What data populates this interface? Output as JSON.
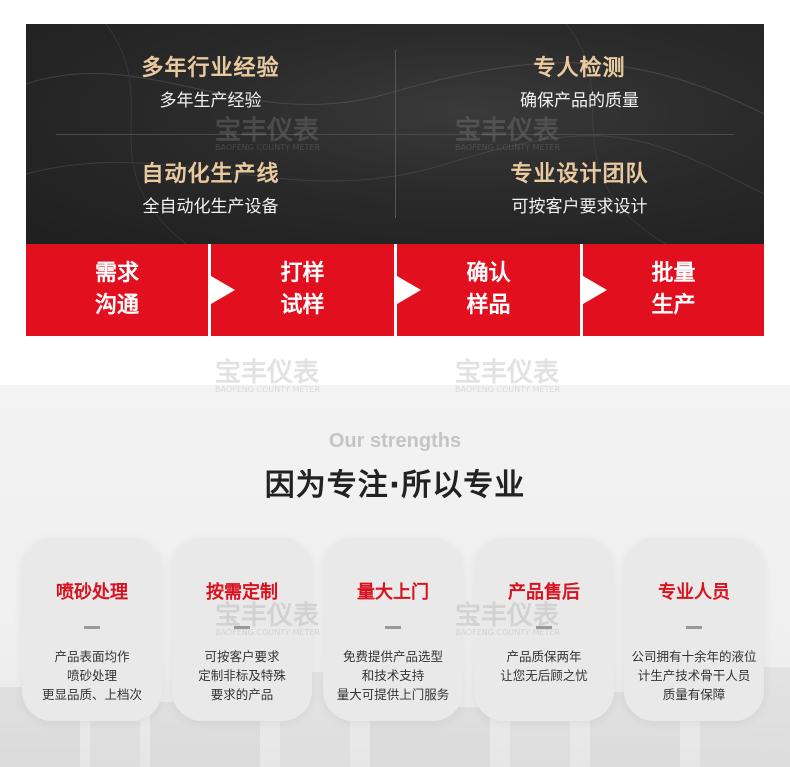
{
  "features": [
    {
      "title": "多年行业经验",
      "subtitle": "多年生产经验"
    },
    {
      "title": "专人检测",
      "subtitle": "确保产品的质量"
    },
    {
      "title": "自动化生产线",
      "subtitle": "全自动化生产设备"
    },
    {
      "title": "专业设计团队",
      "subtitle": "可按客户要求设计"
    }
  ],
  "process_steps": [
    {
      "line1": "需求",
      "line2": "沟通"
    },
    {
      "line1": "打样",
      "line2": "试样"
    },
    {
      "line1": "确认",
      "line2": "样品"
    },
    {
      "line1": "批量",
      "line2": "生产"
    }
  ],
  "strengths": {
    "subtitle_en": "Our strengths",
    "heading": "因为专注·所以专业",
    "cards": [
      {
        "title": "喷砂处理",
        "lines": [
          "产品表面均作",
          "喷砂处理",
          "更显品质、上档次"
        ]
      },
      {
        "title": "按需定制",
        "lines": [
          "可按客户要求",
          "定制非标及特殊",
          "要求的产品"
        ]
      },
      {
        "title": "量大上门",
        "lines": [
          "免费提供产品选型",
          "和技术支持",
          "量大可提供上门服务"
        ]
      },
      {
        "title": "产品售后",
        "lines": [
          "产品质保两年",
          "让您无后顾之忧"
        ]
      },
      {
        "title": "专业人员",
        "lines": [
          "公司拥有十余年的液位",
          "计生产技术骨干人员",
          "质量有保障"
        ]
      }
    ]
  },
  "watermark": {
    "cn": "宝丰仪表",
    "en": "BAOFENG COUNTY METER"
  },
  "colors": {
    "accent_red": "#e2101f",
    "gold": "#e8c9a0",
    "dark": "#222222"
  }
}
